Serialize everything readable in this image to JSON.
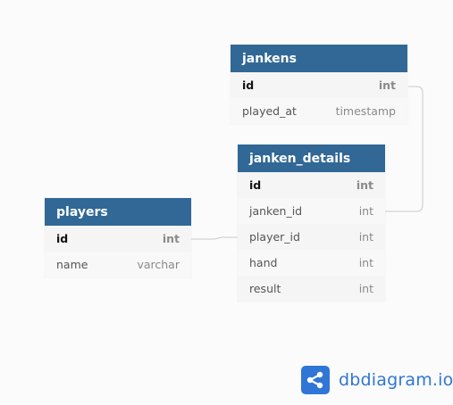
{
  "tables": {
    "jankens": {
      "name": "jankens",
      "columns": [
        {
          "name": "id",
          "type": "int"
        },
        {
          "name": "played_at",
          "type": "timestamp"
        }
      ]
    },
    "janken_details": {
      "name": "janken_details",
      "columns": [
        {
          "name": "id",
          "type": "int"
        },
        {
          "name": "janken_id",
          "type": "int"
        },
        {
          "name": "player_id",
          "type": "int"
        },
        {
          "name": "hand",
          "type": "int"
        },
        {
          "name": "result",
          "type": "int"
        }
      ]
    },
    "players": {
      "name": "players",
      "columns": [
        {
          "name": "id",
          "type": "int"
        },
        {
          "name": "name",
          "type": "varchar"
        }
      ]
    }
  },
  "relationships": [
    {
      "from": "janken_details.janken_id",
      "to": "jankens.id"
    },
    {
      "from": "janken_details.player_id",
      "to": "players.id"
    }
  ],
  "brand": {
    "text": "dbdiagram.io",
    "icon": "share-nodes-icon"
  },
  "colors": {
    "header": "#316896",
    "brand": "#2f76d6",
    "connector": "#c8c8c8"
  }
}
